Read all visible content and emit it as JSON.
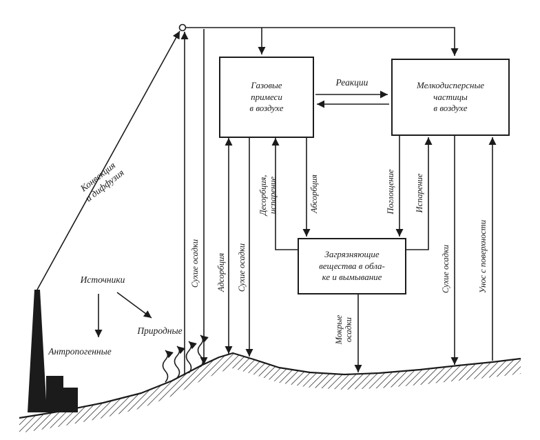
{
  "colors": {
    "ink": "#1b1b1b",
    "background": "#ffffff"
  },
  "boxes": {
    "gas": "Газовые\nпримеси\nв воздухе",
    "particles": "Мелкодисперсные\nчастицы\nв воздухе",
    "cloud": "Загрязняющие\nвещества в обла-\nке и вымывание"
  },
  "labels": {
    "convection": "Конвекция\nи диффузия",
    "reactions": "Реакции",
    "sources": "Источники",
    "anthropogenic": "Антропогенные",
    "natural": "Природные",
    "dry_deposition_left": "Сухие осадки",
    "adsorption": "Адсорбция",
    "dry_deposition_center": "Сухие осадки",
    "desorption_evaporation": "Десорбция,\nиспарение",
    "absorption": "Абсорбция",
    "uptake": "Поглощение",
    "evaporation": "Испарение",
    "dry_deposition_right": "Сухие осадки",
    "surface_entrainment": "Унос с поверхности",
    "wet_deposition": "Мокрые\nосадки"
  }
}
